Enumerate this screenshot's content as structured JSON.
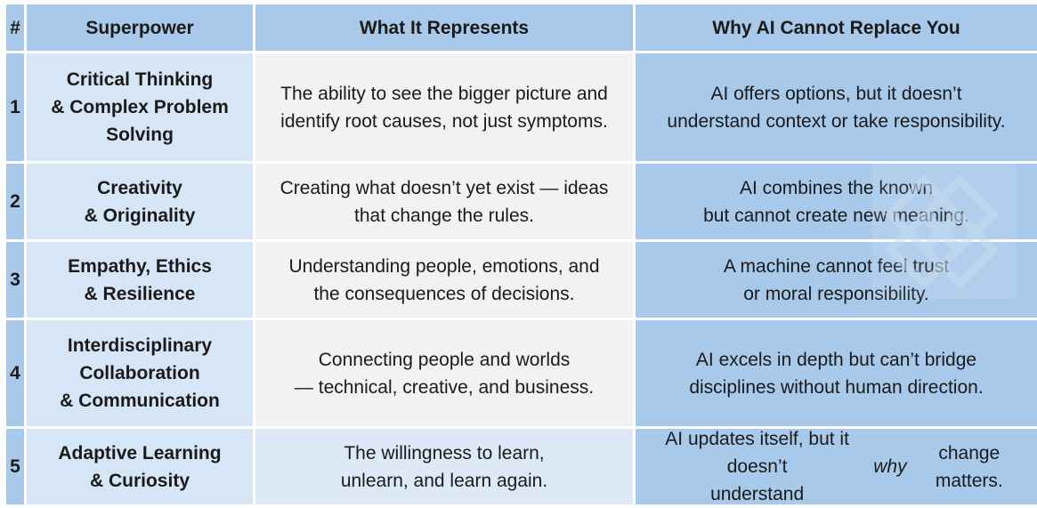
{
  "header": {
    "num": "#",
    "superpower": "Superpower",
    "represents": "What It Represents",
    "why": "Why AI Cannot Replace You"
  },
  "rows": [
    {
      "num": "1",
      "superpower": "Critical Thinking\n& Complex Problem\nSolving",
      "represents": "The ability to see the bigger picture and\nidentify root causes, not just symptoms.",
      "why": "AI offers options, but it doesn’t\nunderstand context or take responsibility."
    },
    {
      "num": "2",
      "superpower": "Creativity\n& Originality",
      "represents": "Creating what doesn’t yet exist — ideas\nthat change the rules.",
      "why": "AI combines the known\nbut cannot create new meaning."
    },
    {
      "num": "3",
      "superpower": "Empathy, Ethics\n& Resilience",
      "represents": "Understanding people, emotions, and\nthe consequences of decisions.",
      "why": "A machine cannot feel trust\nor moral responsibility."
    },
    {
      "num": "4",
      "superpower": "Interdisciplinary\nCollaboration\n& Communication",
      "represents": "Connecting people and worlds\n— technical, creative, and business.",
      "why": "AI excels in depth but can’t bridge\ndisciplines without human direction."
    },
    {
      "num": "5",
      "superpower": "Adaptive Learning\n& Curiosity",
      "represents": "The willingness to learn,\nunlearn, and learn again.",
      "why_before": "AI updates itself, but it doesn’t\nunderstand ",
      "why_emphasis": "why",
      "why_after": " change matters."
    }
  ],
  "colors": {
    "header_bg": "#a9c9ea",
    "superpower_bg": "#d7e6f6",
    "represents_bg": "#f2f2f2",
    "represents_alt_bg": "#dde9f6",
    "why_bg": "#a9c9ea"
  },
  "watermark_icon": "diamond-lattice-icon"
}
